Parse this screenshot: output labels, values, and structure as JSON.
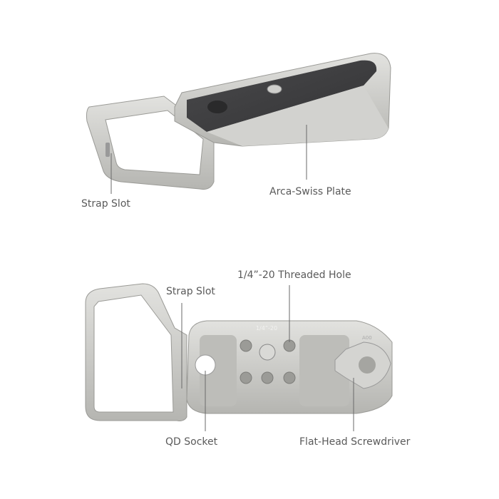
{
  "top_view": {
    "labels": {
      "strap_slot": "Strap Slot",
      "arca_plate": "Arca-Swiss Plate"
    }
  },
  "bottom_view": {
    "labels": {
      "threaded_hole": "1/4”-20 Threaded Hole",
      "strap_slot": "Strap Slot",
      "qd_socket": "QD Socket",
      "screwdriver": "Flat-Head Screwdriver"
    },
    "engravings": {
      "thread_mark": "1/4”-20",
      "model_mark": "A00"
    }
  },
  "colors": {
    "metal": "#c9c9c6",
    "metal_dark": "#a9a9a5",
    "rubber": "#3f3f41",
    "label": "#5a5a5a",
    "leader": "#6a6a6a"
  }
}
